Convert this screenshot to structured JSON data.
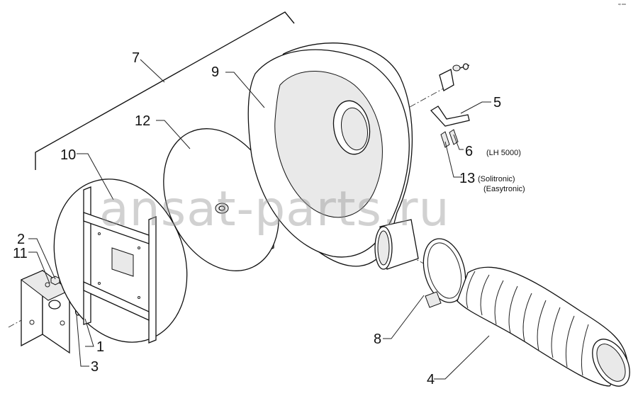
{
  "diagram": {
    "callouts": [
      {
        "id": "c1",
        "text": "1"
      },
      {
        "id": "c2",
        "text": "2"
      },
      {
        "id": "c3",
        "text": "3"
      },
      {
        "id": "c4",
        "text": "4"
      },
      {
        "id": "c5",
        "text": "5"
      },
      {
        "id": "c6",
        "text": "6"
      },
      {
        "id": "c7",
        "text": "7"
      },
      {
        "id": "c8",
        "text": "8"
      },
      {
        "id": "c9",
        "text": "9"
      },
      {
        "id": "c10",
        "text": "10"
      },
      {
        "id": "c11",
        "text": "11"
      },
      {
        "id": "c12",
        "text": "12"
      },
      {
        "id": "c13",
        "text": "13"
      }
    ],
    "notes": {
      "lh5000": "(LH 5000)",
      "solitronic": "(Solitronic)",
      "easytronic": "(Easytronic)"
    },
    "watermark": "ansat-parts.ru",
    "stamp": "ᵃᵖ ᵃᵃᵃ"
  }
}
